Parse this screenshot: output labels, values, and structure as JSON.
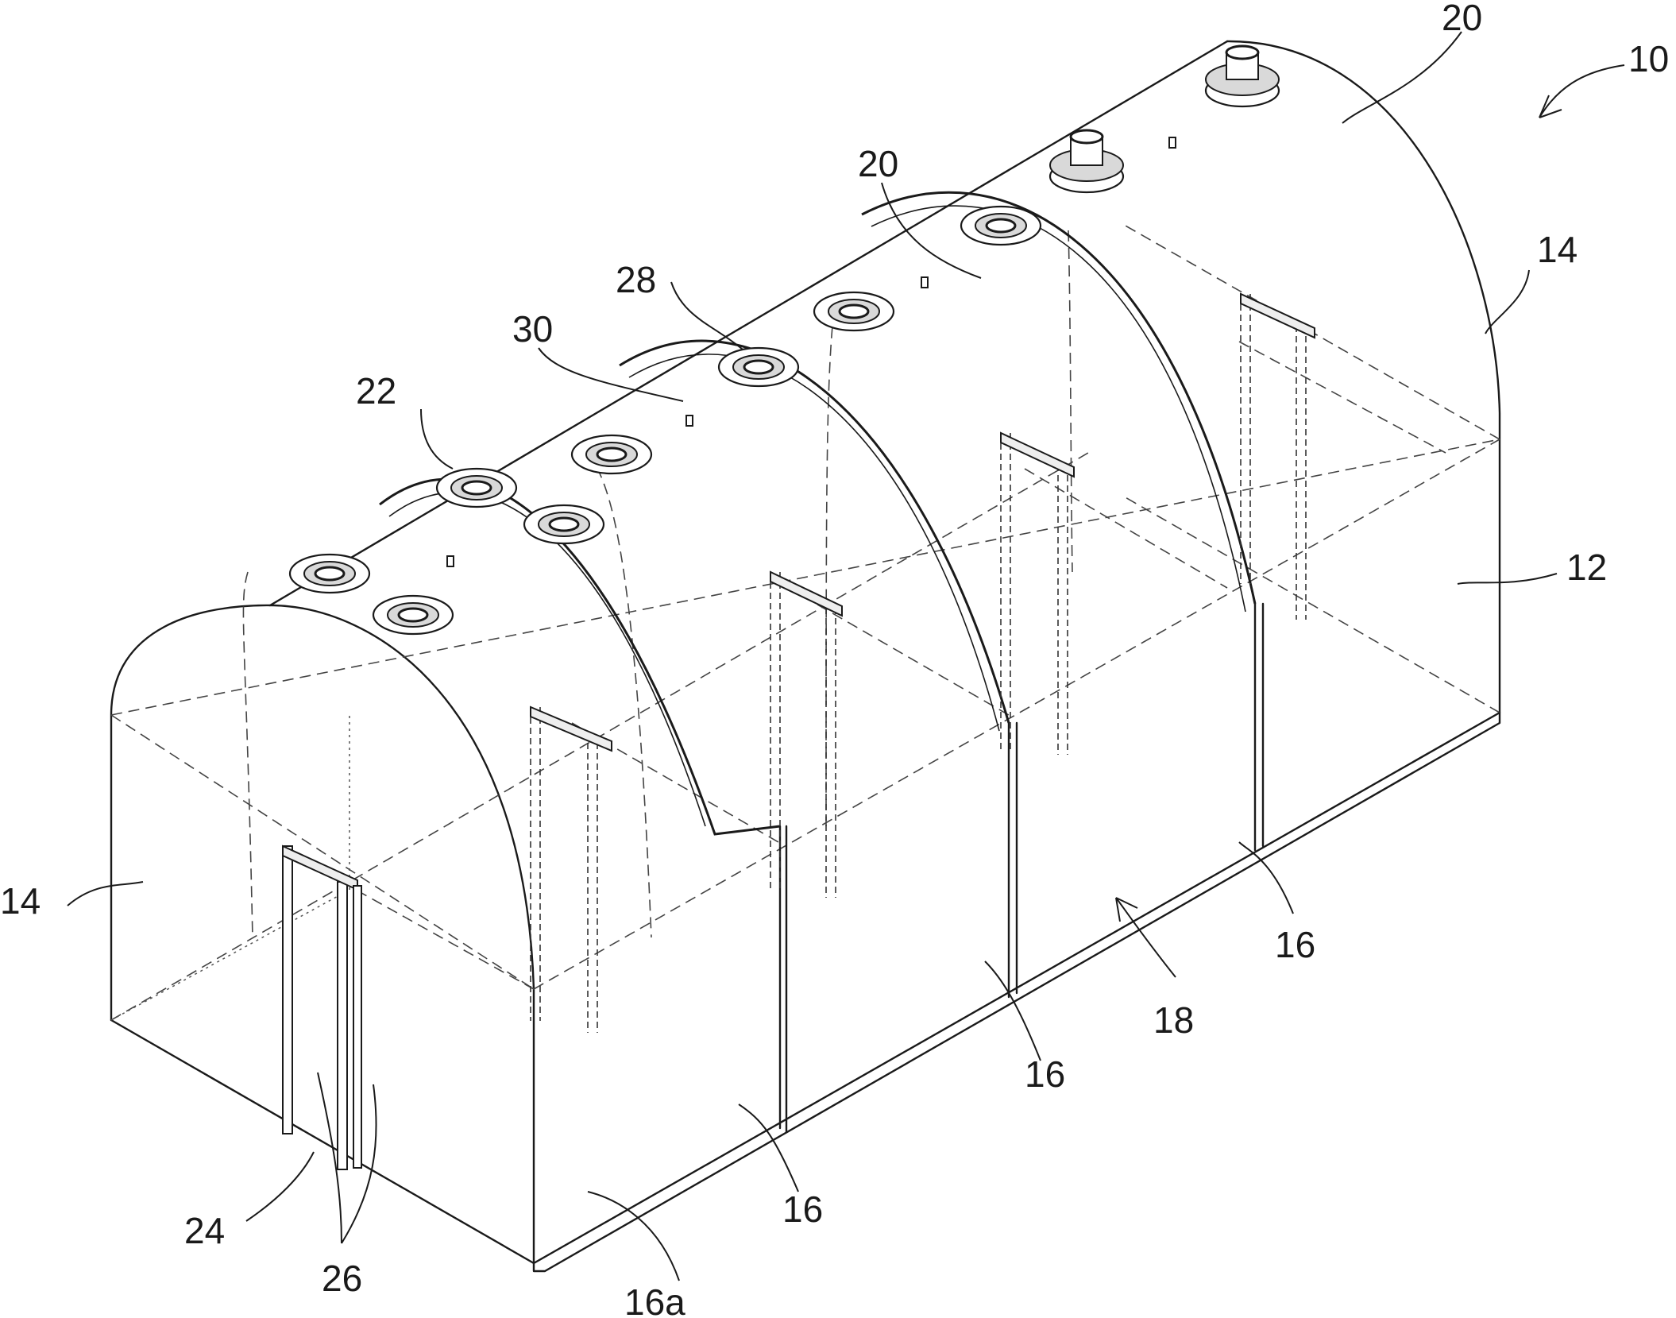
{
  "reference_labels": {
    "assembly": "10",
    "body_bottom": "12",
    "end_wall_right": "14",
    "end_wall_left": "14",
    "partition_a": "16",
    "partition_b": "16",
    "partition_c": "16",
    "partition_front": "16a",
    "chamber": "18",
    "roof_right": "20",
    "roof_mid": "20",
    "rib": "22",
    "opening": "24",
    "frame_posts": "26",
    "nozzle": "28",
    "lug": "30"
  },
  "colors": {
    "line": "#1a1a1a",
    "background": "#ffffff"
  }
}
